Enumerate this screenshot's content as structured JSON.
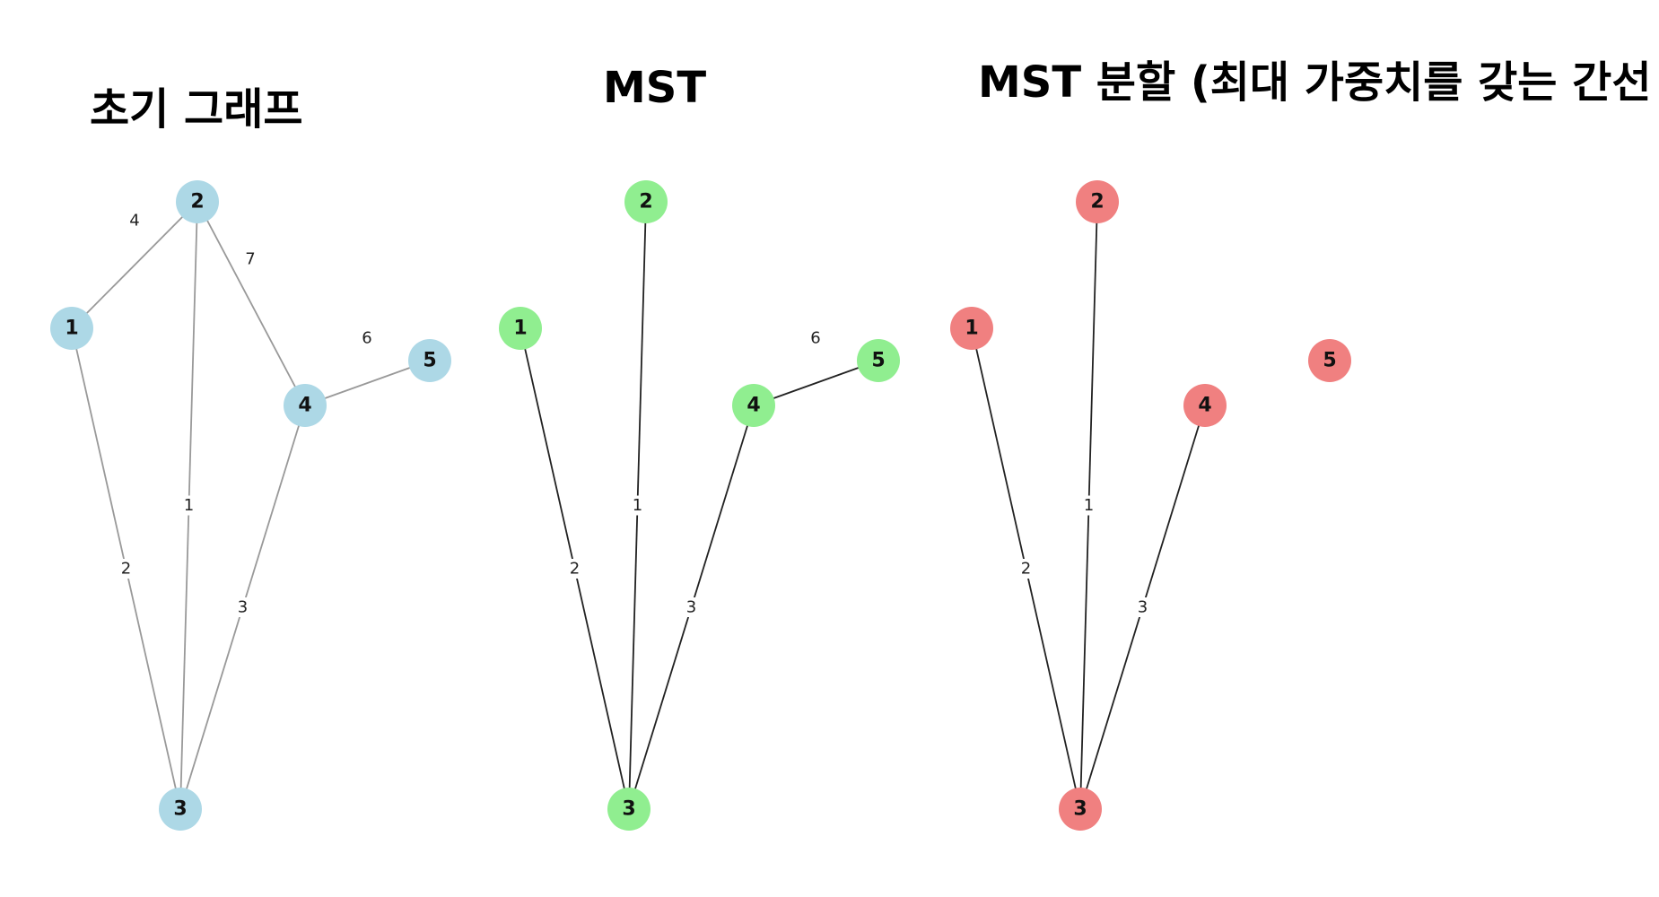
{
  "panels": [
    {
      "id": "initial",
      "title": "초기 그래프",
      "node_color": "#add8e6",
      "edge_color": "#999999",
      "nodes": [
        "1",
        "2",
        "3",
        "4",
        "5"
      ],
      "edges": [
        {
          "u": "1",
          "v": "2",
          "weight": "4"
        },
        {
          "u": "2",
          "v": "4",
          "weight": "7"
        },
        {
          "u": "2",
          "v": "3",
          "weight": "1"
        },
        {
          "u": "1",
          "v": "3",
          "weight": "2"
        },
        {
          "u": "4",
          "v": "3",
          "weight": "3"
        },
        {
          "u": "4",
          "v": "5",
          "weight": "6"
        }
      ]
    },
    {
      "id": "mst",
      "title": "MST",
      "node_color": "#90ee90",
      "edge_color": "#222222",
      "nodes": [
        "1",
        "2",
        "3",
        "4",
        "5"
      ],
      "edges": [
        {
          "u": "2",
          "v": "3",
          "weight": "1"
        },
        {
          "u": "1",
          "v": "3",
          "weight": "2"
        },
        {
          "u": "4",
          "v": "3",
          "weight": "3"
        },
        {
          "u": "4",
          "v": "5",
          "weight": "6"
        }
      ]
    },
    {
      "id": "split",
      "title": "MST 분할 (최대 가중치를 갖는 간선 제거)",
      "node_color": "#f08080",
      "edge_color": "#222222",
      "nodes": [
        "1",
        "2",
        "3",
        "4",
        "5"
      ],
      "edges": [
        {
          "u": "2",
          "v": "3",
          "weight": "1"
        },
        {
          "u": "1",
          "v": "3",
          "weight": "2"
        },
        {
          "u": "4",
          "v": "3",
          "weight": "3"
        }
      ]
    }
  ]
}
